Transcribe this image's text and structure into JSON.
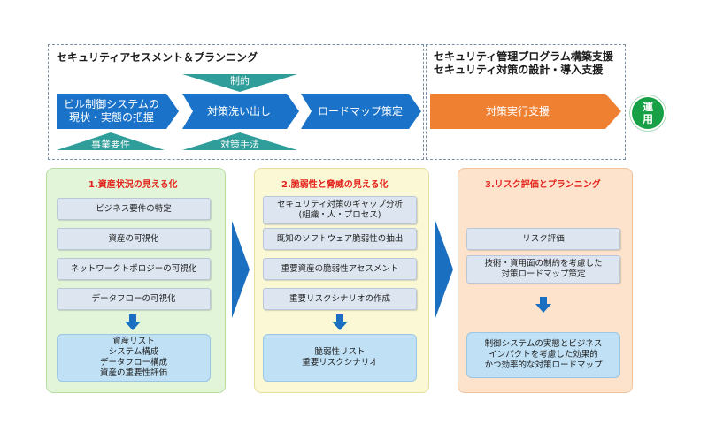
{
  "top_left": {
    "heading": "セキュリティアセスメント＆プランニング",
    "step1": "ビル制御システムの\n現状・実態の把握",
    "step2": "対策洗い出し",
    "step3": "ロードマップ策定",
    "label_constraint": "制約",
    "label_business": "事業要件",
    "label_method": "対策手法"
  },
  "top_right": {
    "heading_line1": "セキュリティ管理プログラム構築支援",
    "heading_line2": "セキュリティ対策の設計・導入支援",
    "step": "対策実行支援"
  },
  "operation": "運\n用",
  "panels": [
    {
      "title": "1.資産状況の見える化",
      "items": [
        "ビジネス要件の特定",
        "資産の可視化",
        "ネットワークトポロジーの可視化",
        "データフローの可視化"
      ],
      "result": "資産リスト\nシステム構成\nデータフロー構成\n資産の重要性評価"
    },
    {
      "title": "2.脆弱性と脅威の見える化",
      "items": [
        "セキュリティ対策のギャップ分析\n(組織・人・プロセス)",
        "既知のソフトウェア脆弱性の抽出",
        "重要資産の脆弱性アセスメント",
        "重要リスクシナリオの作成"
      ],
      "result": "脆弱性リスト\n重要リスクシナリオ"
    },
    {
      "title": "3.リスク評価とプランニング",
      "items": [
        "リスク評価",
        "技術・資用面の制約を考慮した\n対策ロードマップ策定"
      ],
      "result": "制御システムの実態とビジネス\nインパクトを考慮した効果的\nかつ効率的な対策ロードマップ"
    }
  ],
  "colors": {
    "blue": "#1a73c8",
    "orange": "#ef7f31",
    "teal": "#2f9e9a",
    "green": "#17a046",
    "panel1_bg": "#e3f5d8",
    "panel2_bg": "#fbf8d6",
    "panel3_bg": "#fde3cc",
    "title_red": "#e3231b"
  }
}
